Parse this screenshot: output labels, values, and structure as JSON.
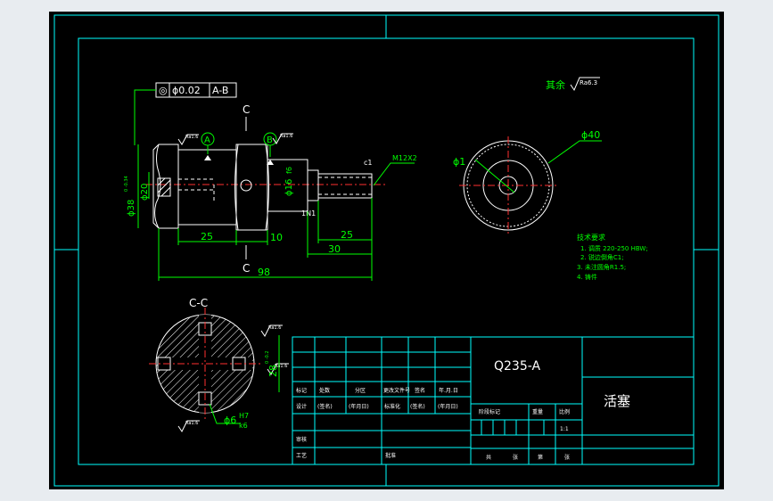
{
  "drawing": {
    "tolerance_frame": {
      "symbol": "◎",
      "value": "ϕ0.02",
      "datum": "A-B"
    },
    "section_mark_top": "C",
    "section_mark_bottom": "C",
    "datum_a": "A",
    "datum_b": "B",
    "roughness_main": "Ra6.3",
    "roughness_small": "Ra1.6",
    "rest_label": "其余",
    "thread_label": "M12X2",
    "chamfer_label": "c1",
    "dims": {
      "d38": "ϕ38",
      "d38_tol": "0 -0.34",
      "d20": "ϕ20",
      "d16": "ϕ16",
      "d16_fit": "f6",
      "len25a": "25",
      "len10": "10",
      "len25b": "25",
      "len30": "30",
      "len98": "98",
      "small_dim": "1N1",
      "d1": "ϕ1",
      "d40": "ϕ40"
    },
    "section_title": "C-C",
    "section_dims": {
      "d28": "28",
      "d28_tol": "0 -0.2",
      "d6": "ϕ6",
      "d6_fit_upper": "H7",
      "d6_fit_lower": "k6"
    },
    "tech_req": {
      "title": "技术要求",
      "lines": [
        "1. 调质 220-250 HBW;",
        "2. 锐边倒角C1;",
        "3. 未注圆角R1.5;",
        "4. 铸件"
      ]
    }
  },
  "title_block": {
    "material": "Q235-A",
    "part_name": "活塞",
    "header_row": [
      "标记",
      "处数",
      "分区",
      "更改文件号",
      "签名",
      "年.月.日"
    ],
    "design_row": [
      "设计",
      "(签名)",
      "(年月日)",
      "标准化",
      "(签名)",
      "(年月日)"
    ],
    "stage_row": [
      "阶段标记",
      "重量",
      "比例"
    ],
    "scale": "1:1",
    "review": "审核",
    "process": "工艺",
    "approve": "批准",
    "sheet_row": [
      "共",
      "张",
      "第",
      "张"
    ]
  }
}
